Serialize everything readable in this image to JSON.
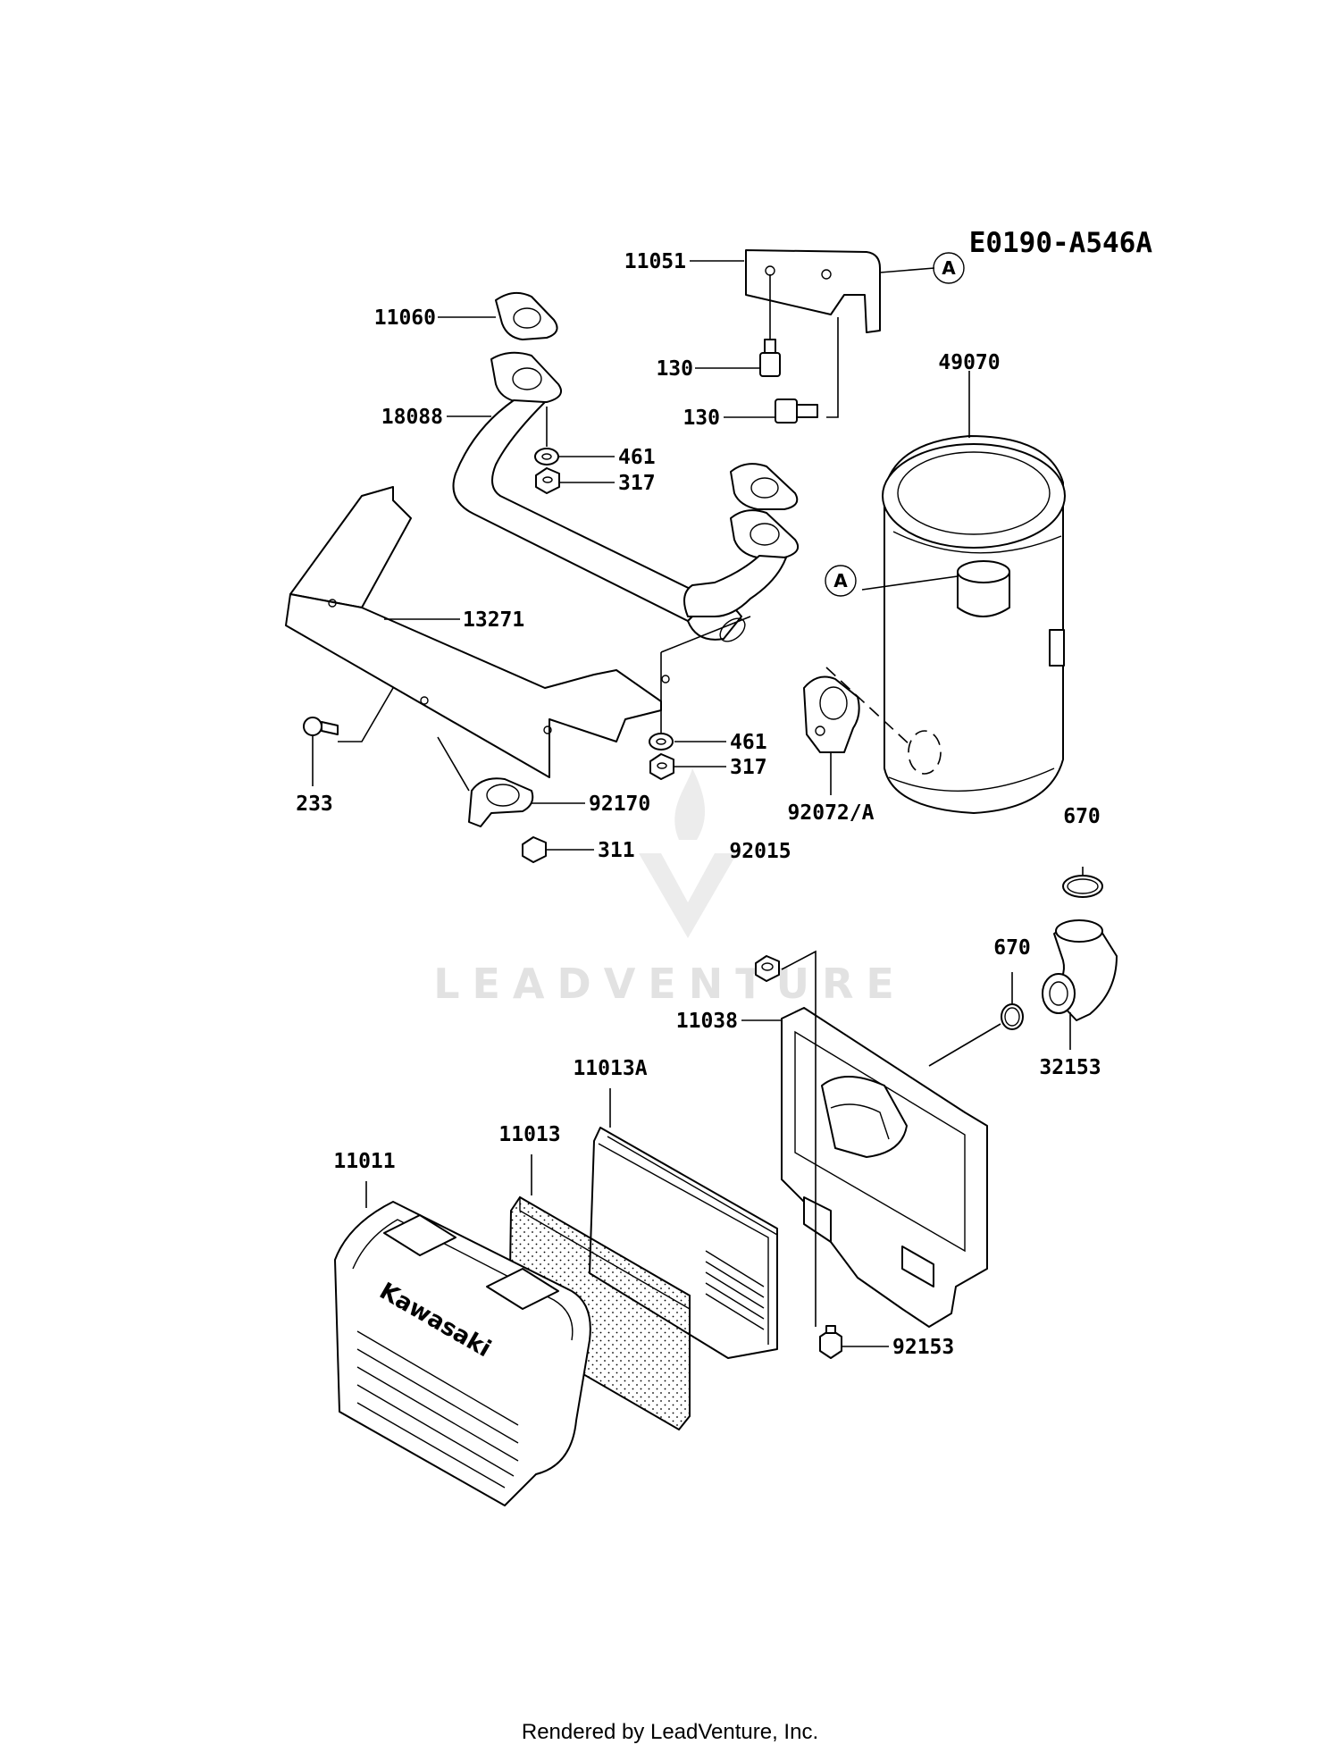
{
  "diagram": {
    "code": "E0190-A546A",
    "watermark": "LEADVENTURE",
    "brand_logo_text": "Kawasaki",
    "reference_mark": "A",
    "callouts": [
      {
        "id": "c-11051",
        "text": "11051"
      },
      {
        "id": "c-11060",
        "text": "11060"
      },
      {
        "id": "c-130a",
        "text": "130"
      },
      {
        "id": "c-130b",
        "text": "130"
      },
      {
        "id": "c-49070",
        "text": "49070"
      },
      {
        "id": "c-18088",
        "text": "18088"
      },
      {
        "id": "c-461a",
        "text": "461"
      },
      {
        "id": "c-317a",
        "text": "317"
      },
      {
        "id": "c-13271",
        "text": "13271"
      },
      {
        "id": "c-461b",
        "text": "461"
      },
      {
        "id": "c-317b",
        "text": "317"
      },
      {
        "id": "c-233",
        "text": "233"
      },
      {
        "id": "c-92170",
        "text": "92170"
      },
      {
        "id": "c-92072",
        "text": "92072/A"
      },
      {
        "id": "c-311",
        "text": "311"
      },
      {
        "id": "c-92015",
        "text": "92015"
      },
      {
        "id": "c-670a",
        "text": "670"
      },
      {
        "id": "c-670b",
        "text": "670"
      },
      {
        "id": "c-11038",
        "text": "11038"
      },
      {
        "id": "c-32153",
        "text": "32153"
      },
      {
        "id": "c-11013A",
        "text": "11013A"
      },
      {
        "id": "c-11013",
        "text": "11013"
      },
      {
        "id": "c-11011",
        "text": "11011"
      },
      {
        "id": "c-92153",
        "text": "92153"
      }
    ]
  },
  "footer": {
    "text": "Rendered by LeadVenture, Inc."
  }
}
